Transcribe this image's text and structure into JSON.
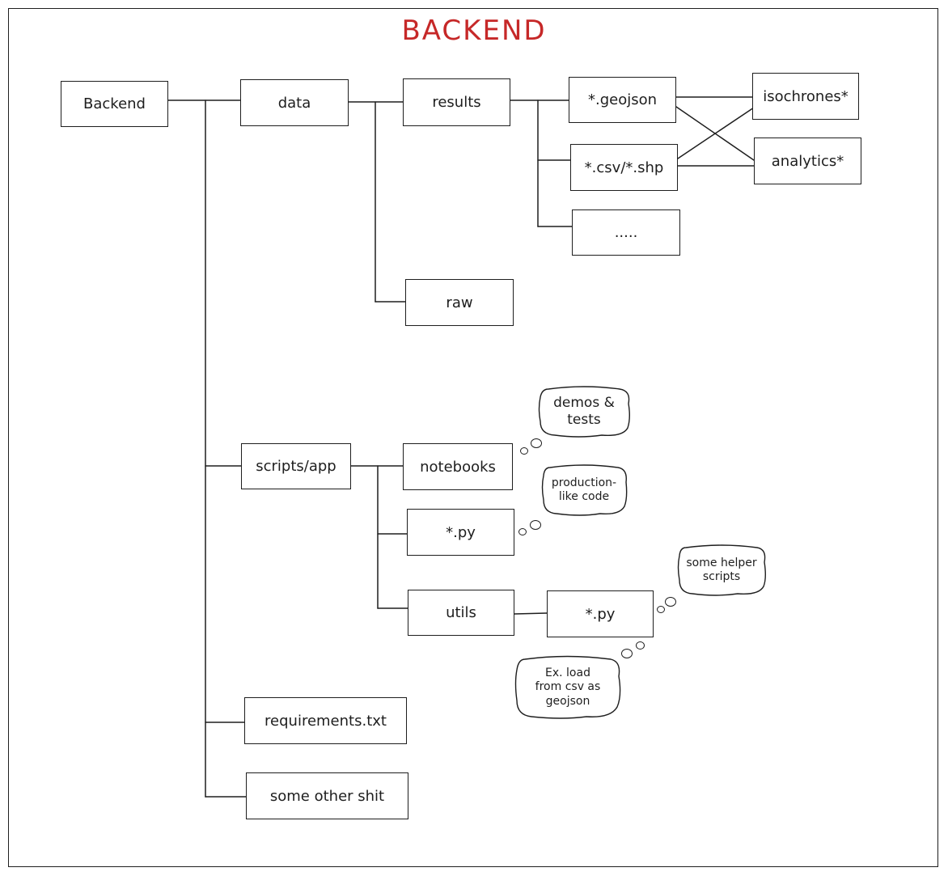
{
  "title": "BACKEND",
  "nodes": {
    "backend": "Backend",
    "data": "data",
    "results": "results",
    "geojson": "*.geojson",
    "csv_shp": "*.csv/*.shp",
    "more": ".....",
    "isochrones": "isochrones*",
    "analytics": "analytics*",
    "raw": "raw",
    "scripts_app": "scripts/app",
    "notebooks": "notebooks",
    "py": "*.py",
    "utils": "utils",
    "utils_py": "*.py",
    "requirements": "requirements.txt",
    "other": "some other shit"
  },
  "notes": {
    "demos": "demos & tests",
    "production": "production- like code",
    "helper": "some helper scripts",
    "example": "Ex. load from csv as geojson"
  },
  "colors": {
    "title": "#c62828",
    "stroke": "#1e1e1e"
  }
}
